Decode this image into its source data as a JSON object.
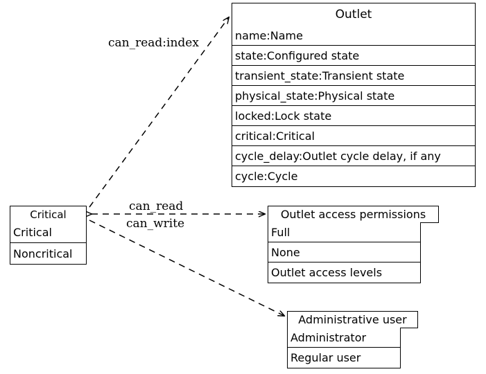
{
  "diagram": {
    "type": "uml-class-diagram",
    "background_color": "#ffffff",
    "line_color": "#000000",
    "text_color": "#000000"
  },
  "classes": {
    "outlet": {
      "title": "Outlet",
      "rows": [
        "name:Name",
        "state:Configured state",
        "transient_state:Transient state",
        "physical_state:Physical state",
        "locked:Lock state",
        "critical:Critical",
        "cycle_delay:Outlet cycle delay, if any",
        "cycle:Cycle"
      ]
    },
    "critical": {
      "title": "Critical",
      "rows": [
        "Critical",
        "Noncritical"
      ]
    },
    "permissions": {
      "title": "Outlet access permissions",
      "rows": [
        "Full",
        "None",
        "Outlet access levels"
      ]
    },
    "admin_user": {
      "title": "Administrative user",
      "rows": [
        "Administrator",
        "Regular user"
      ]
    }
  },
  "edges": {
    "can_read_index": "can_read:index",
    "can_read": "can_read",
    "can_write": "can_write"
  }
}
